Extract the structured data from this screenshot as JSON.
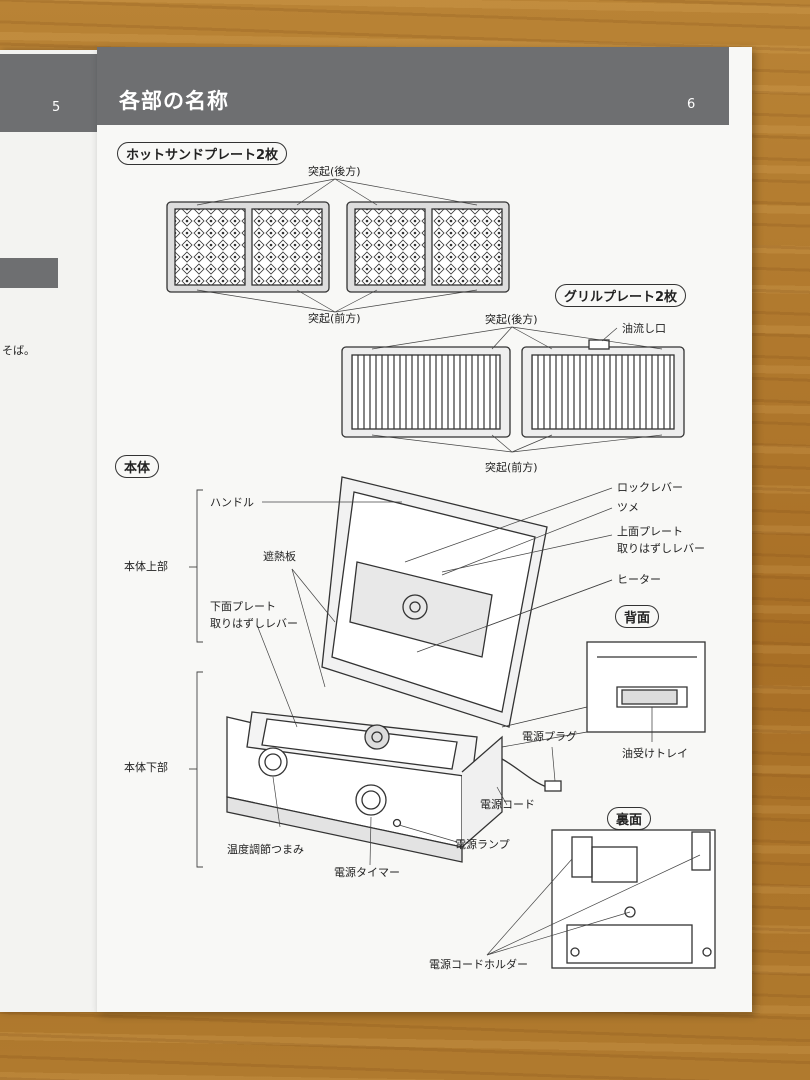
{
  "left_page": {
    "page_number": "5",
    "fragment_text": "そば。"
  },
  "right_page": {
    "title": "各部の名称",
    "page_number": "6",
    "hotsand_section": {
      "heading": "ホットサンドプレート2枚",
      "label_back": "突起(後方)",
      "label_front": "突起(前方)"
    },
    "grill_section": {
      "heading": "グリルプレート2枚",
      "label_back": "突起(後方)",
      "label_drain": "油流し口",
      "label_front": "突起(前方)"
    },
    "body_section": {
      "heading": "本体",
      "upper_label": "本体上部",
      "lower_label": "本体下部",
      "handle": "ハンドル",
      "heat_shield": "遮熱板",
      "lower_plate_lever_1": "下面プレート",
      "lower_plate_lever_2": "取りはずしレバー",
      "lock_lever": "ロックレバー",
      "claw": "ツメ",
      "upper_plate_lever_1": "上面プレート",
      "upper_plate_lever_2": "取りはずしレバー",
      "heater": "ヒーター",
      "temp_knob": "温度調節つまみ",
      "power_timer": "電源タイマー",
      "power_lamp": "電源ランプ",
      "power_cord": "電源コード",
      "power_plug": "電源プラグ"
    },
    "back_view": {
      "heading": "背面",
      "drip_tray": "油受けトレイ"
    },
    "bottom_view": {
      "heading": "裏面",
      "cord_holder": "電源コードホルダー"
    }
  }
}
